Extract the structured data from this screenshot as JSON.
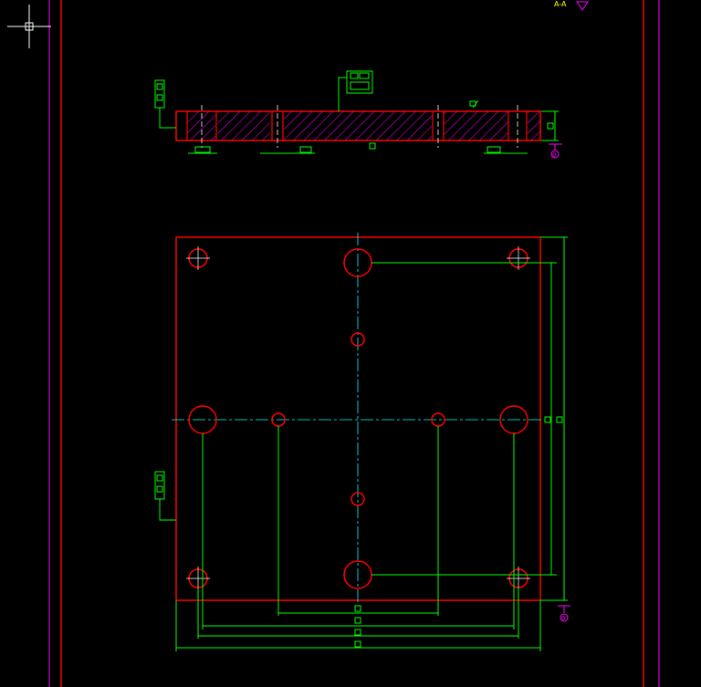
{
  "colors": {
    "background": "#000000",
    "outline": "#ff0000",
    "dimension": "#00ff00",
    "centerline": "#00ffff",
    "border": "#ff00ff",
    "crosshair": "#ffffff",
    "text_yellow": "#ffff00"
  },
  "labels": {
    "title_mark": "A-A",
    "roughness_bottom": "0",
    "roughness_right": "0"
  },
  "icons": {
    "triangle": "section-marker-icon",
    "crosshair": "cad-crosshair-icon"
  }
}
